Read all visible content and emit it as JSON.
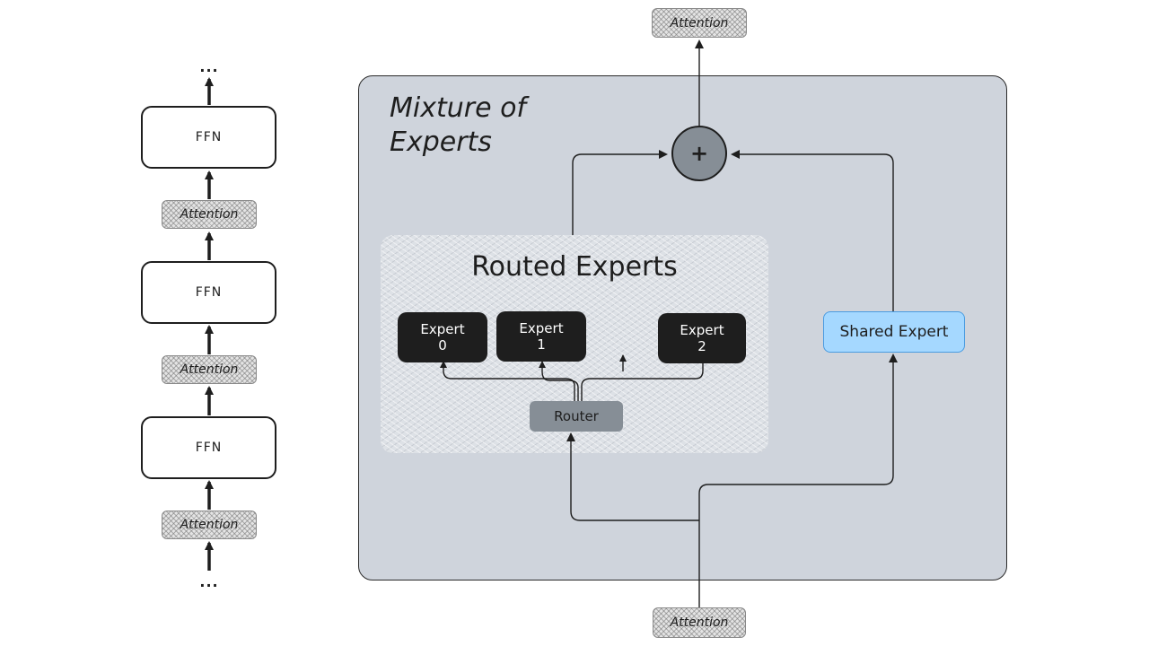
{
  "stack": {
    "top_dots": "...",
    "bottom_dots": "...",
    "ffn_label": "FFN",
    "attention_label": "Attention"
  },
  "moe": {
    "title_line1": "Mixture of",
    "title_line2": "Experts",
    "routed_title": "Routed Experts",
    "experts": [
      {
        "line1": "Expert",
        "line2": "0"
      },
      {
        "line1": "Expert",
        "line2": "1"
      },
      {
        "line1": "Expert",
        "line2": "2"
      }
    ],
    "router_label": "Router",
    "shared_label": "Shared Expert",
    "plus_label": "+",
    "top_attention": "Attention",
    "bottom_attention": "Attention"
  },
  "colors": {
    "panel": "#cfd4dc",
    "expert": "#1e1e1e",
    "router": "#868e96",
    "shared": "#a5d8ff",
    "plus": "#868e96"
  }
}
